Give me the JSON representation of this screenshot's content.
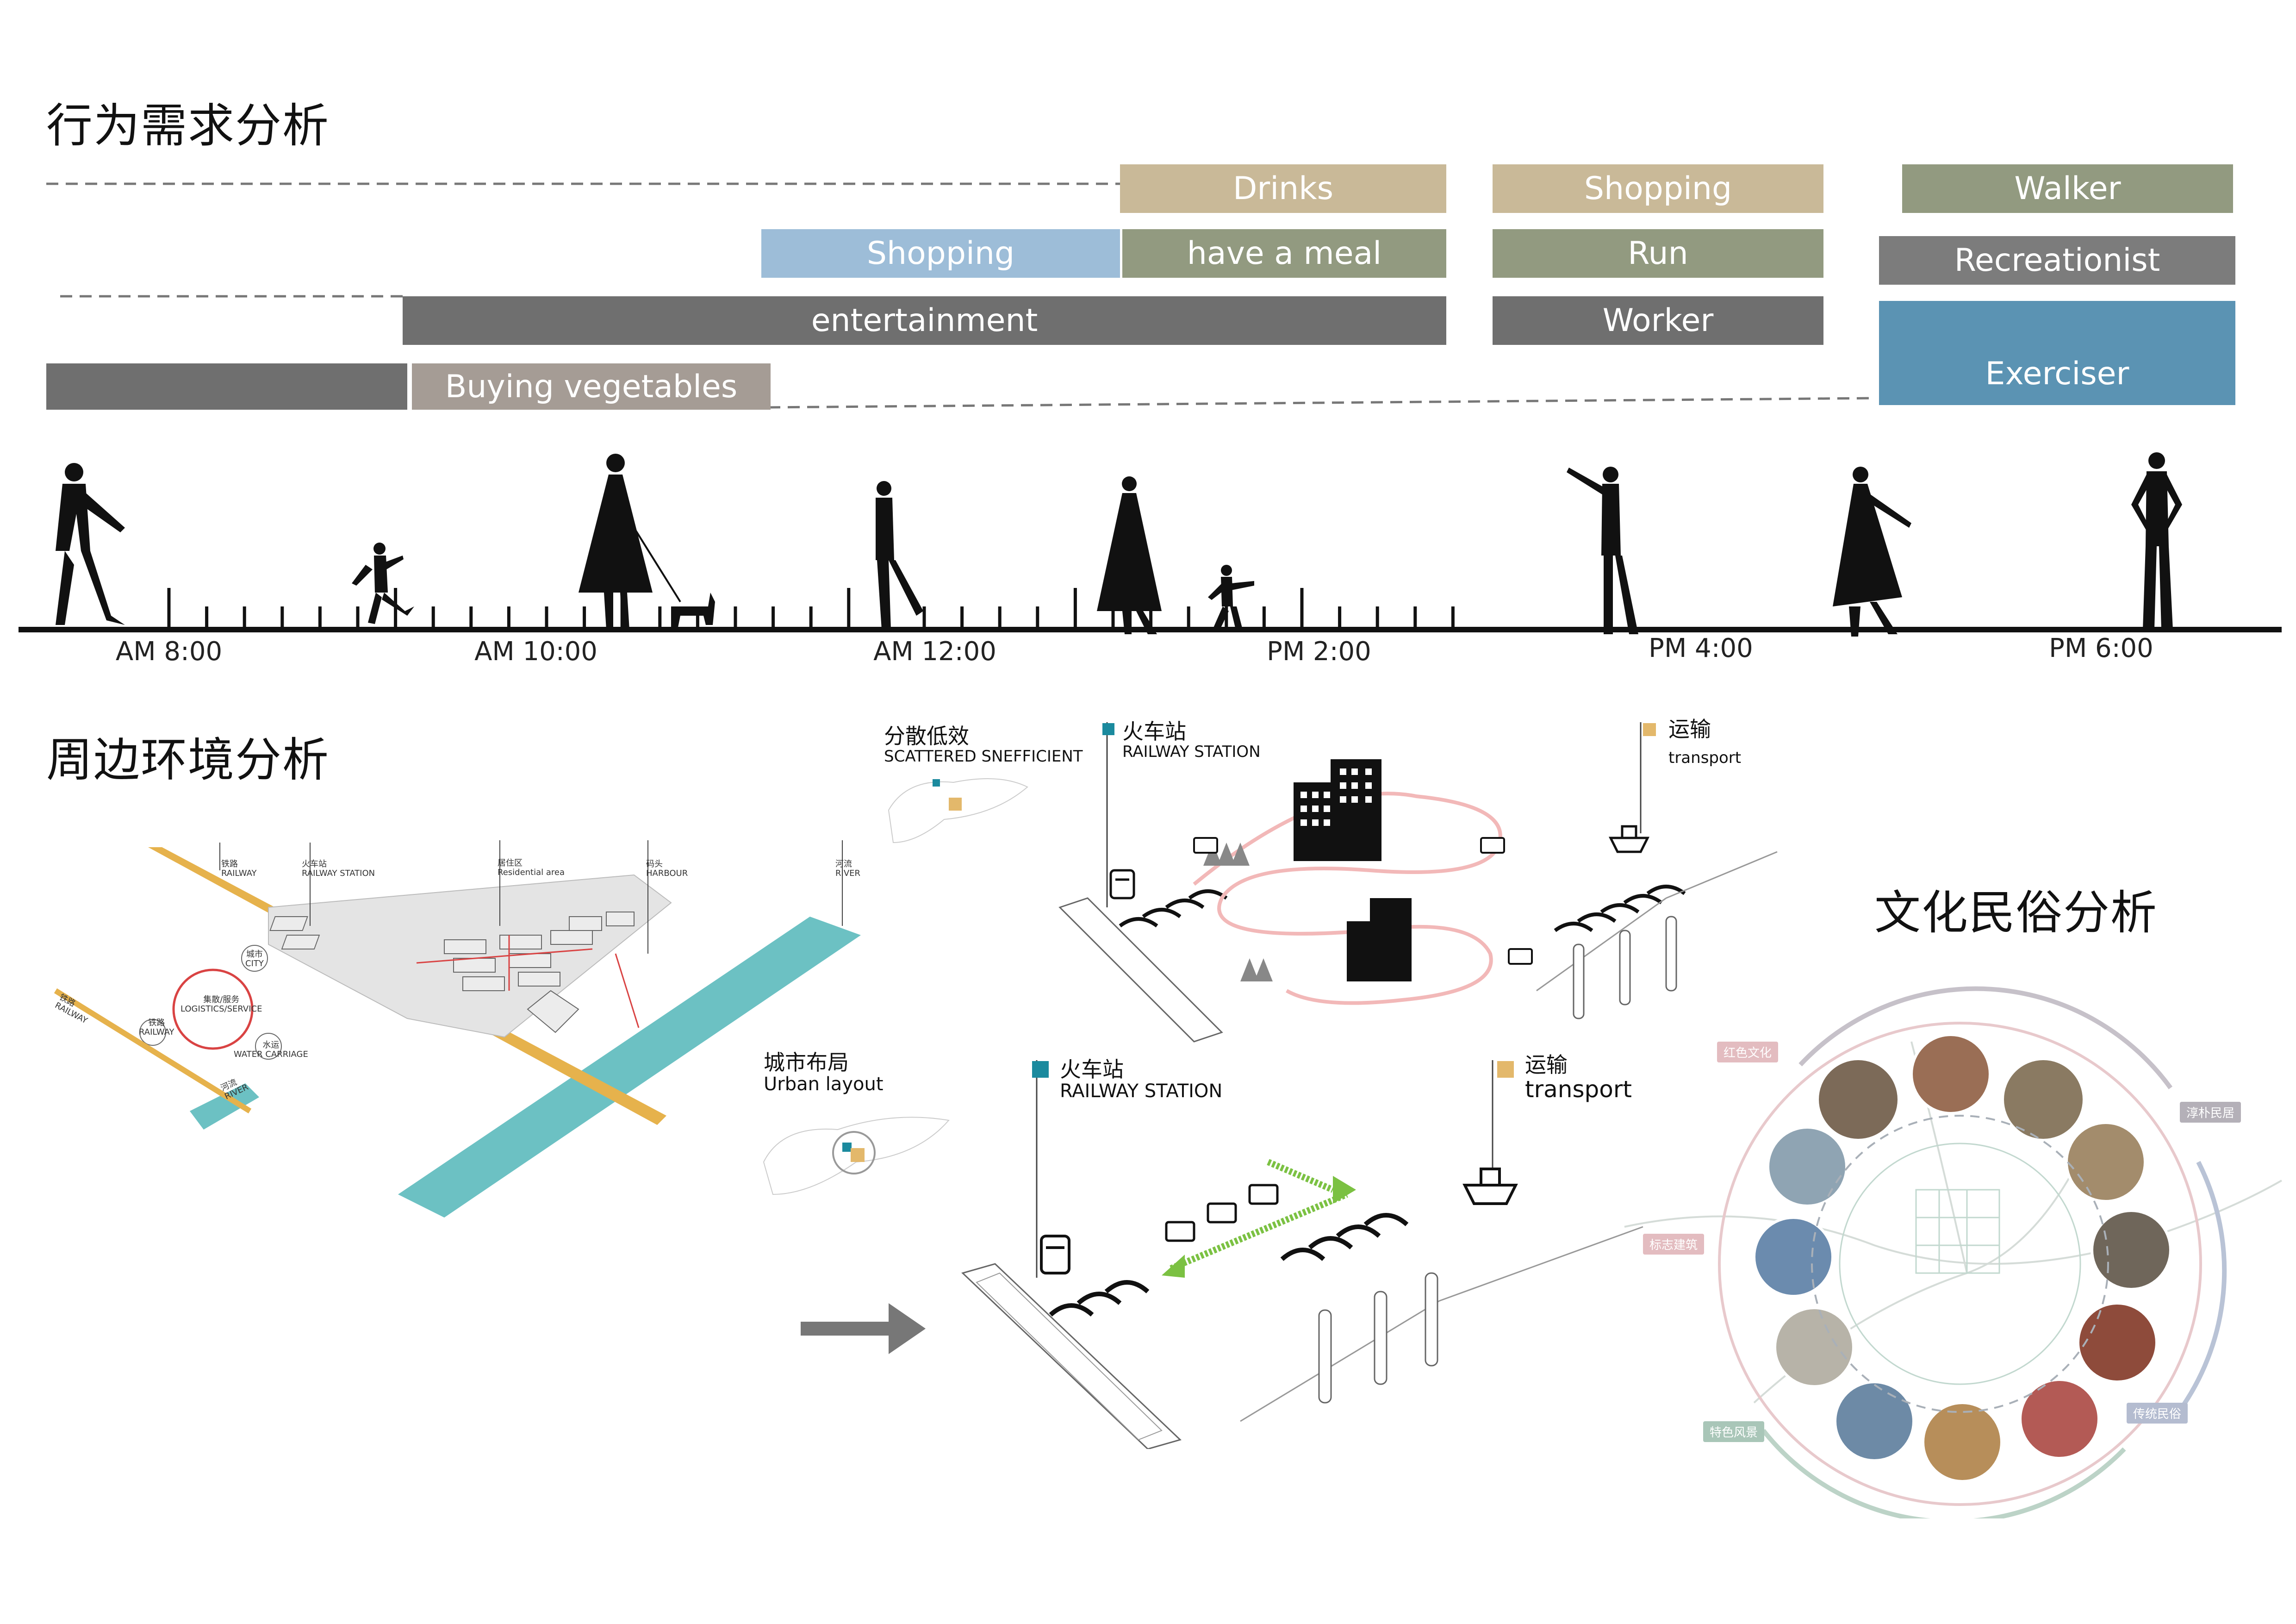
{
  "section_titles": {
    "behavior": "行为需求分析",
    "surroundings": "周边环境分析",
    "culture": "文化民俗分析"
  },
  "bars": {
    "drinks": "Drinks",
    "shopping_mid": "Shopping",
    "have_a_meal": "have a meal",
    "entertainment": "entertainment",
    "buying_vegetables": "Buying vegetables",
    "shopping_right": "Shopping",
    "run": "Run",
    "worker": "Worker",
    "walker": "Walker",
    "recreationist": "Recreationist",
    "exerciser": "Exerciser"
  },
  "colors": {
    "tan": "#c9b998",
    "blue_light": "#9dbdd8",
    "olive": "#929a80",
    "grey_dark": "#6f6f6f",
    "grey_warm": "#a59c95",
    "grey_mid": "#7c7c7c",
    "steel_blue": "#5b93b3",
    "teal": "#1b8a9e",
    "gold": "#e3b86b",
    "river": "#6cc1c3",
    "railway": "#e6b24c"
  },
  "timeline": {
    "labels": [
      "AM 8:00",
      "AM 10:00",
      "AM 12:00",
      "PM 2:00",
      "PM 4:00",
      "PM 6:00"
    ]
  },
  "left_map": {
    "railway": "铁路",
    "railway_en": "RAILWAY",
    "station": "火车站",
    "station_en": "RAILWAY STATION",
    "residential": "居住区",
    "residential_en": "Residential area",
    "harbour": "码头",
    "harbour_en": "HARBOUR",
    "river": "河流",
    "river_en": "RIVER",
    "city": "城市",
    "city_en": "CITY",
    "logistics": "集散/服务",
    "logistics_en": "LOGISTICS/SERVICE",
    "rail2": "铁路",
    "rail2_en": "RAILWAY",
    "water": "水运",
    "water_en": "WATER CARRIAGE",
    "small_rail": "铁路",
    "small_rail_en": "RAILWAY",
    "small_river": "河流",
    "small_river_en": "RIVER"
  },
  "mid_top": {
    "scattered_cn": "分散低效",
    "scattered_en": "SCATTERED SNEFFICIENT",
    "station_cn": "火车站",
    "station_en": "RAILWAY STATION",
    "transport_cn": "运输",
    "transport_en": "transport"
  },
  "urban": {
    "cn": "城市布局",
    "en": "Urban layout"
  },
  "mid_bottom": {
    "station_cn": "火车站",
    "station_en": "RAILWAY STATION",
    "transport_cn": "运输",
    "transport_en": "transport"
  },
  "culture_tags": {
    "red": "红色文化",
    "folk_house": "淳朴民居",
    "landmark": "标志建筑",
    "tradition": "传统民俗",
    "scenery": "特色风景"
  }
}
